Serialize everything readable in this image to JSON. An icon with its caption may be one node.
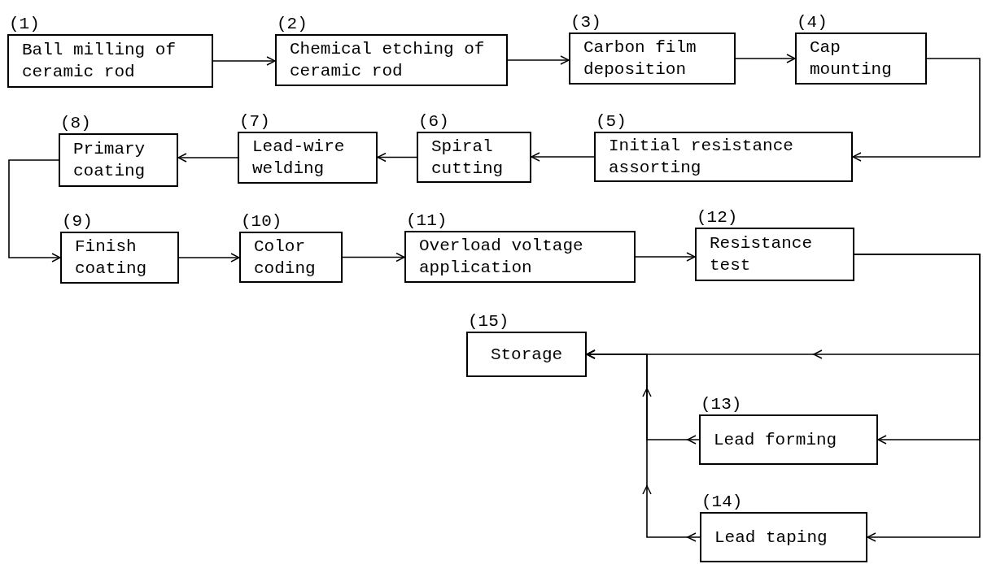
{
  "diagram": {
    "nodes": [
      {
        "text": [
          "(1)",
          "Ball milling of ceramic rod"
        ]
      },
      {
        "text": [
          "(2)",
          "Chemical etching of ceramic rod"
        ]
      },
      {
        "text": [
          "(3)",
          "Carbon film deposition"
        ]
      },
      {
        "text": [
          "(4)",
          "Cap mounting"
        ]
      },
      {
        "text": [
          "(5)",
          "Initial resistance assorting"
        ]
      },
      {
        "text": [
          "(6)",
          "Spiral cutting"
        ]
      },
      {
        "text": [
          "(7)",
          "Lead-wire welding"
        ]
      },
      {
        "text": [
          "(8)",
          "Primary coating"
        ]
      },
      {
        "text": [
          "(9)",
          "Finish coating"
        ]
      },
      {
        "text": [
          "(10)",
          "Color coding"
        ]
      },
      {
        "text": [
          "(11)",
          "Overload voltage application"
        ]
      },
      {
        "text": [
          "(12)",
          "Resistance test"
        ]
      },
      {
        "text": [
          "(15)",
          "Storage"
        ]
      },
      {
        "text": [
          "(13)",
          "Lead forming"
        ]
      },
      {
        "text": [
          "(14)",
          "Lead taping"
        ]
      }
    ],
    "edges": [
      {
        "from": 0,
        "to": 1,
        "arrow": "to"
      },
      {
        "from": 1,
        "to": 2,
        "arrow": "to"
      },
      {
        "from": 2,
        "to": 3,
        "arrow": "to"
      },
      {
        "from": 3,
        "to": 4,
        "arrow": "to"
      },
      {
        "from": 4,
        "to": 5,
        "arrow": "to"
      },
      {
        "from": 5,
        "to": 6,
        "arrow": "to"
      },
      {
        "from": 6,
        "to": 7,
        "arrow": "to"
      },
      {
        "from": 7,
        "to": 8,
        "arrow": "to"
      },
      {
        "from": 8,
        "to": 9,
        "arrow": "to"
      },
      {
        "from": 9,
        "to": 10,
        "arrow": "to"
      },
      {
        "from": 10,
        "to": 11,
        "arrow": "to"
      },
      {
        "from": 11,
        "to": 12,
        "arrow": "to"
      },
      {
        "from": 11,
        "to": 13,
        "arrow": "to"
      },
      {
        "from": 11,
        "to": 14,
        "arrow": "to"
      },
      {
        "from": 13,
        "to": 12,
        "arrow": "to"
      },
      {
        "from": 14,
        "to": 12,
        "arrow": "to"
      }
    ]
  }
}
